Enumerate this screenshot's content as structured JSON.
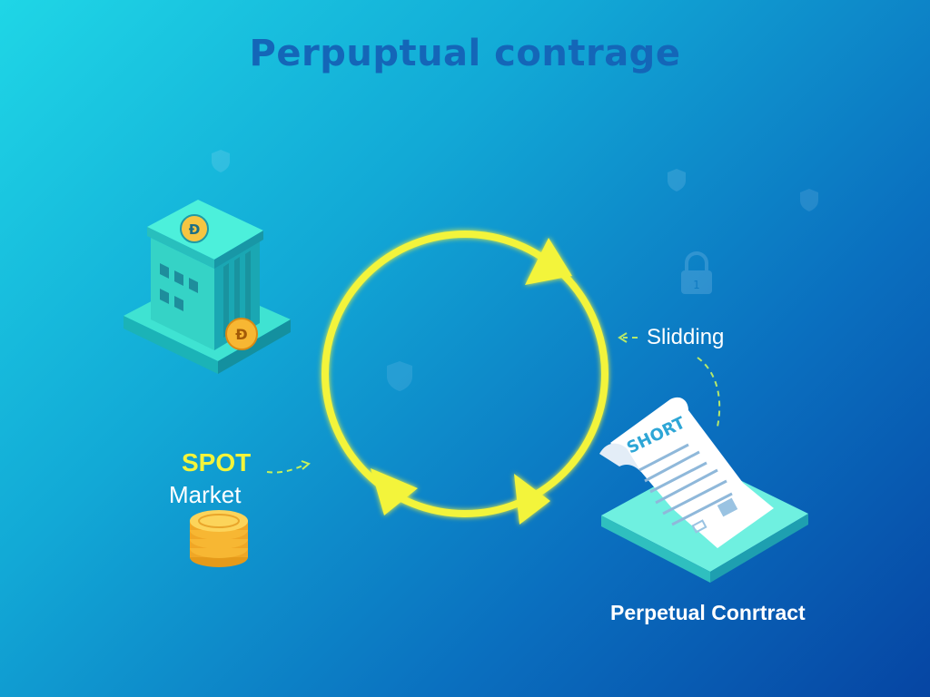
{
  "title": "Perpuptual contrage",
  "spot": {
    "line1": "SPOT",
    "line2": "Market"
  },
  "sliding_label": "Slidding",
  "document_stamp": "SHORT",
  "contract_label": "Perpetual Conrtract",
  "building_sign": "Đ",
  "coin_symbol": "Đ",
  "lock_digit": "1",
  "colors": {
    "background_start": "#1fd6e6",
    "background_end": "#0645a3",
    "title": "#1466b8",
    "cycle": "#f3f43a",
    "platform": "#3fe3d2",
    "coin": "#f7b733"
  },
  "icons": [
    "bank-building-icon",
    "coin-stack-icon",
    "short-contract-document-icon",
    "lock-icon",
    "shield-icon",
    "cycle-arrows-icon"
  ]
}
